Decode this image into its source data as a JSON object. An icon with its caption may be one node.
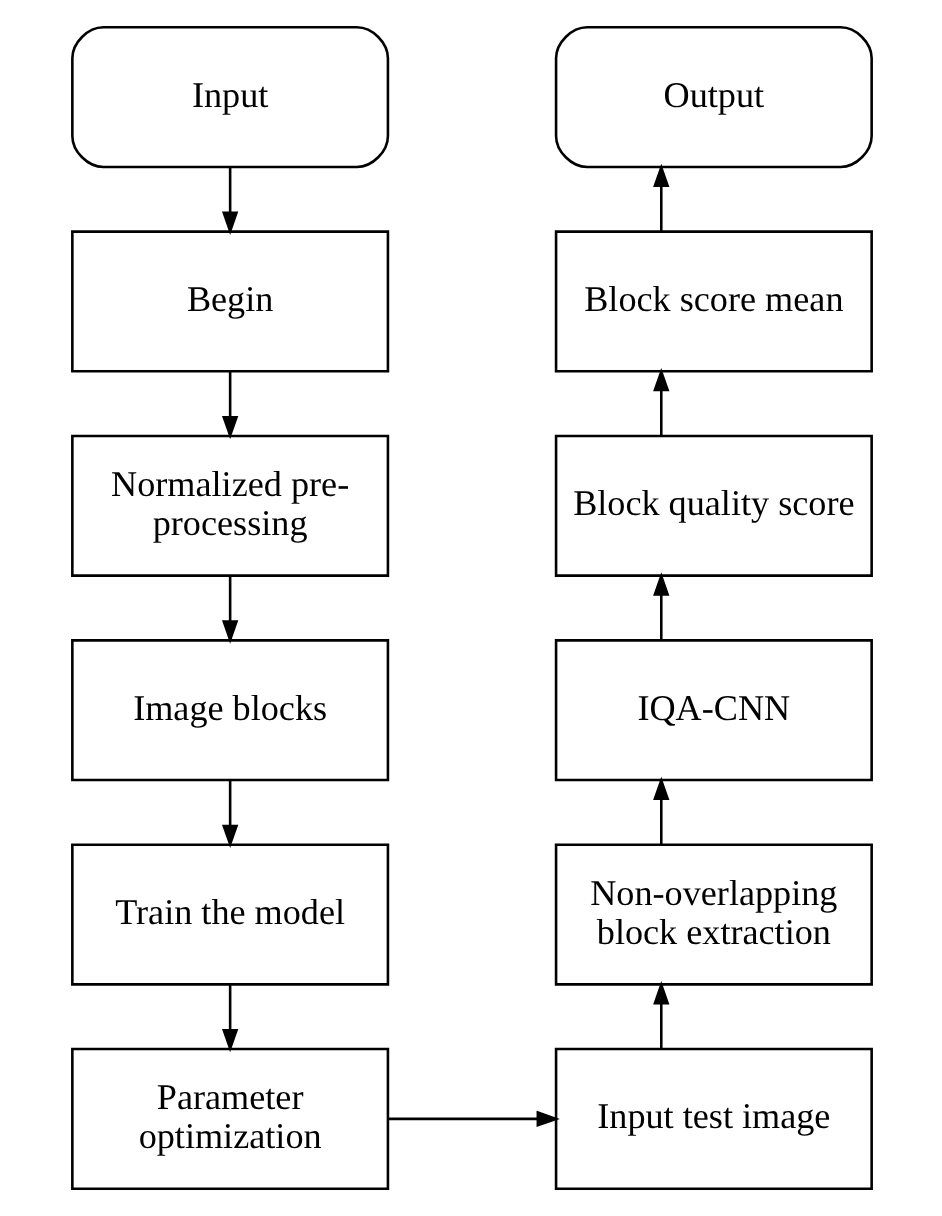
{
  "diagram": {
    "nodes": [
      {
        "text": [
          "Input"
        ]
      },
      {
        "text": [
          "Begin"
        ]
      },
      {
        "text": [
          "Normalized pre-processing"
        ]
      },
      {
        "text": [
          "Image blocks"
        ]
      },
      {
        "text": [
          "Train the model"
        ]
      },
      {
        "text": [
          "Parameter optimization"
        ]
      },
      {
        "text": [
          "Input test image"
        ]
      },
      {
        "text": [
          "Non-overlapping block extraction"
        ]
      },
      {
        "text": [
          "IQA-CNN"
        ]
      },
      {
        "text": [
          "Block quality score"
        ]
      },
      {
        "text": [
          "Block score mean"
        ]
      },
      {
        "text": [
          "Output"
        ]
      }
    ],
    "edges": [
      {
        "from": 0,
        "to": 1,
        "arrow": "to"
      },
      {
        "from": 1,
        "to": 2,
        "arrow": "to"
      },
      {
        "from": 2,
        "to": 3,
        "arrow": "to"
      },
      {
        "from": 3,
        "to": 4,
        "arrow": "to"
      },
      {
        "from": 4,
        "to": 5,
        "arrow": "to"
      },
      {
        "from": 5,
        "to": 6,
        "arrow": "to"
      },
      {
        "from": 6,
        "to": 7,
        "arrow": "to"
      },
      {
        "from": 7,
        "to": 8,
        "arrow": "to"
      },
      {
        "from": 8,
        "to": 9,
        "arrow": "to"
      },
      {
        "from": 9,
        "to": 10,
        "arrow": "to"
      },
      {
        "from": 10,
        "to": 11,
        "arrow": "to"
      }
    ]
  }
}
